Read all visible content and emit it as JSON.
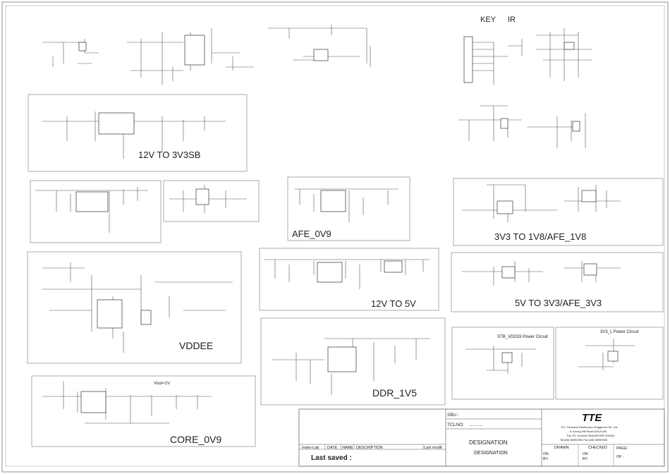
{
  "header_labels": {
    "key": "KEY",
    "ir": "IR"
  },
  "blocks": [
    {
      "id": "12v-to-3v3sb",
      "title": "12V TO 3V3SB"
    },
    {
      "id": "afe-0v9",
      "title": "AFE_0V9"
    },
    {
      "id": "3v3-to-1v8",
      "title": "3V3 TO 1V8/AFE_1V8"
    },
    {
      "id": "12v-to-5v",
      "title": "12V TO 5V"
    },
    {
      "id": "5v-to-3v3",
      "title": "5V TO 3V3/AFE_3V3"
    },
    {
      "id": "vddee",
      "title": "VDDEE"
    },
    {
      "id": "ddr-1v5",
      "title": "DDR_1V5"
    },
    {
      "id": "core-0v9",
      "title": "CORE_0V9"
    }
  ],
  "sub_blocks": {
    "stb": "STB_VDD33 Power Circuit",
    "v3l": "3V3_L Power Circuit",
    "vout": "Vout=1V"
  },
  "title_block": {
    "sbu": "SBU :",
    "tclno": "TCLNO:",
    "tclno_value": "..........",
    "logo": "TTE",
    "company_lines": [
      "TCL Thomson Electronics Singapore Pte. Ltd.",
      "8 Jurong Hill Road #28-01/06",
      "The ITC Summit SINGAPORE 609434",
      "Tel:(65) 65992900 Fax:(65) 65993900"
    ],
    "columns": [
      "Index-Lab",
      "DATE",
      "NAME",
      "DESCRIPTION",
      "Last modif"
    ],
    "last_saved": "Last saved :",
    "designation_label": "DESIGNATION",
    "designation_value": "DESIGNATION",
    "drawn": "DRAWN",
    "on": "ON:",
    "by": "BY:",
    "checked": "CHECKED",
    "checked_on": "ON:",
    "checked_by": "BY:",
    "page": "PAGE:",
    "of": "OF :"
  }
}
